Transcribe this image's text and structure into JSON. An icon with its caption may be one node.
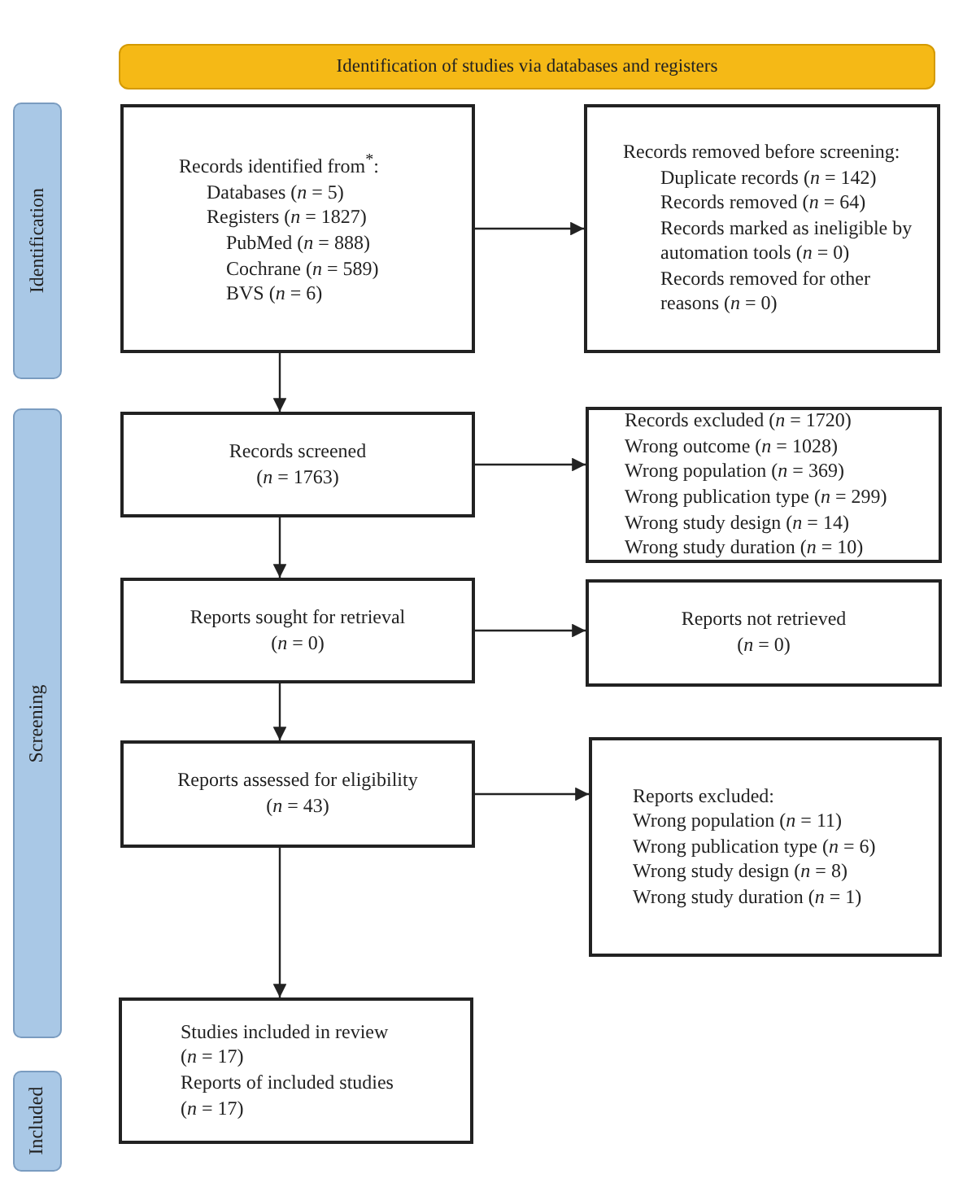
{
  "diagram": {
    "nodes": [
      {
        "text": [
          "Identification of studies via databases and registers"
        ]
      },
      {
        "text": [
          "Identification"
        ]
      },
      {
        "text": [
          "Screening"
        ]
      },
      {
        "text": [
          "Included"
        ]
      },
      {
        "text": [
          "Records identified from$^{*}$:",
          "Databases (*n* = 5)",
          "Registers (*n* = 1827)",
          "PubMed (*n* = 888)",
          "Cochrane (*n* = 589)",
          "BVS (*n* = 6)"
        ]
      },
      {
        "text": [
          "Records removed before screening:",
          "Duplicate records (*n* = 142)",
          "Records removed (*n* = 64)",
          "Records marked as ineligible by automation tools (*n* = 0)",
          "Records removed for other reasons (*n* = 0)"
        ]
      },
      {
        "text": [
          "Records screened",
          "(*n* = 1763)"
        ]
      },
      {
        "text": [
          "Records excluded (*n* = 1720)",
          "Wrong outcome (*n* = 1028)",
          "Wrong population (*n* = 369)",
          "Wrong publication type (*n* = 299)",
          "Wrong study design (*n* = 14)",
          "Wrong study duration (*n* = 10)"
        ]
      },
      {
        "text": [
          "Reports sought for retrieval",
          "(*n* = 0)"
        ]
      },
      {
        "text": [
          "Reports not retrieved",
          "(*n* = 0)"
        ]
      },
      {
        "text": [
          "Reports assessed for eligibility",
          "(*n* = 43)"
        ]
      },
      {
        "text": [
          "Reports excluded:",
          "Wrong population (*n* = 11)",
          "Wrong publication type (*n* = 6)",
          "Wrong study design (*n* = 8)",
          "Wrong study duration (*n* = 1)"
        ]
      },
      {
        "text": [
          "Studies included in review",
          "(*n* = 17)",
          "Reports of included studies",
          "(*n* = 17)"
        ]
      }
    ],
    "edges": [
      {
        "from": 4,
        "to": 5,
        "arrow": "to"
      },
      {
        "from": 4,
        "to": 6,
        "arrow": "to"
      },
      {
        "from": 6,
        "to": 7,
        "arrow": "to"
      },
      {
        "from": 6,
        "to": 8,
        "arrow": "to"
      },
      {
        "from": 8,
        "to": 9,
        "arrow": "to"
      },
      {
        "from": 8,
        "to": 10,
        "arrow": "to"
      },
      {
        "from": 10,
        "to": 11,
        "arrow": "to"
      },
      {
        "from": 10,
        "to": 12,
        "arrow": "to"
      }
    ]
  }
}
